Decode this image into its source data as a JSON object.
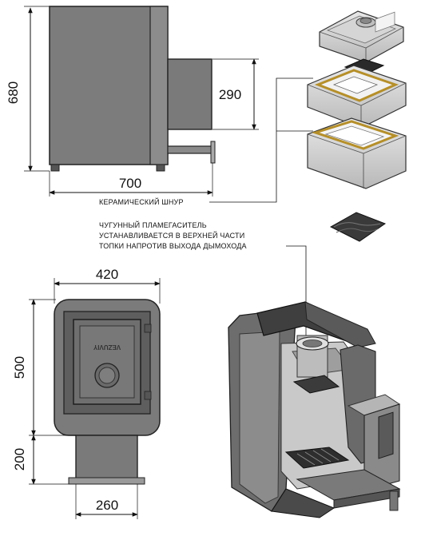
{
  "dimensions": {
    "height_total": "680",
    "width_total": "700",
    "tunnel_height": "290",
    "front_width": "420",
    "front_height": "500",
    "tunnel_drop": "200",
    "tunnel_width": "260"
  },
  "labels": {
    "ceramic_cord": "КЕРАМИЧЕСКИЙ ШНУР",
    "flame_damper_line1": "ЧУГУННЫЙ ПЛАМЕГАСИТЕЛЬ",
    "flame_damper_line2": "УСТАНАВЛИВАЕТСЯ В ВЕРХНЕЙ ЧАСТИ",
    "flame_damper_line3": "ТОПКИ НАПРОТИВ ВЫХОДА ДЫМОХОДА"
  },
  "door_logo": "VEZUVIY"
}
